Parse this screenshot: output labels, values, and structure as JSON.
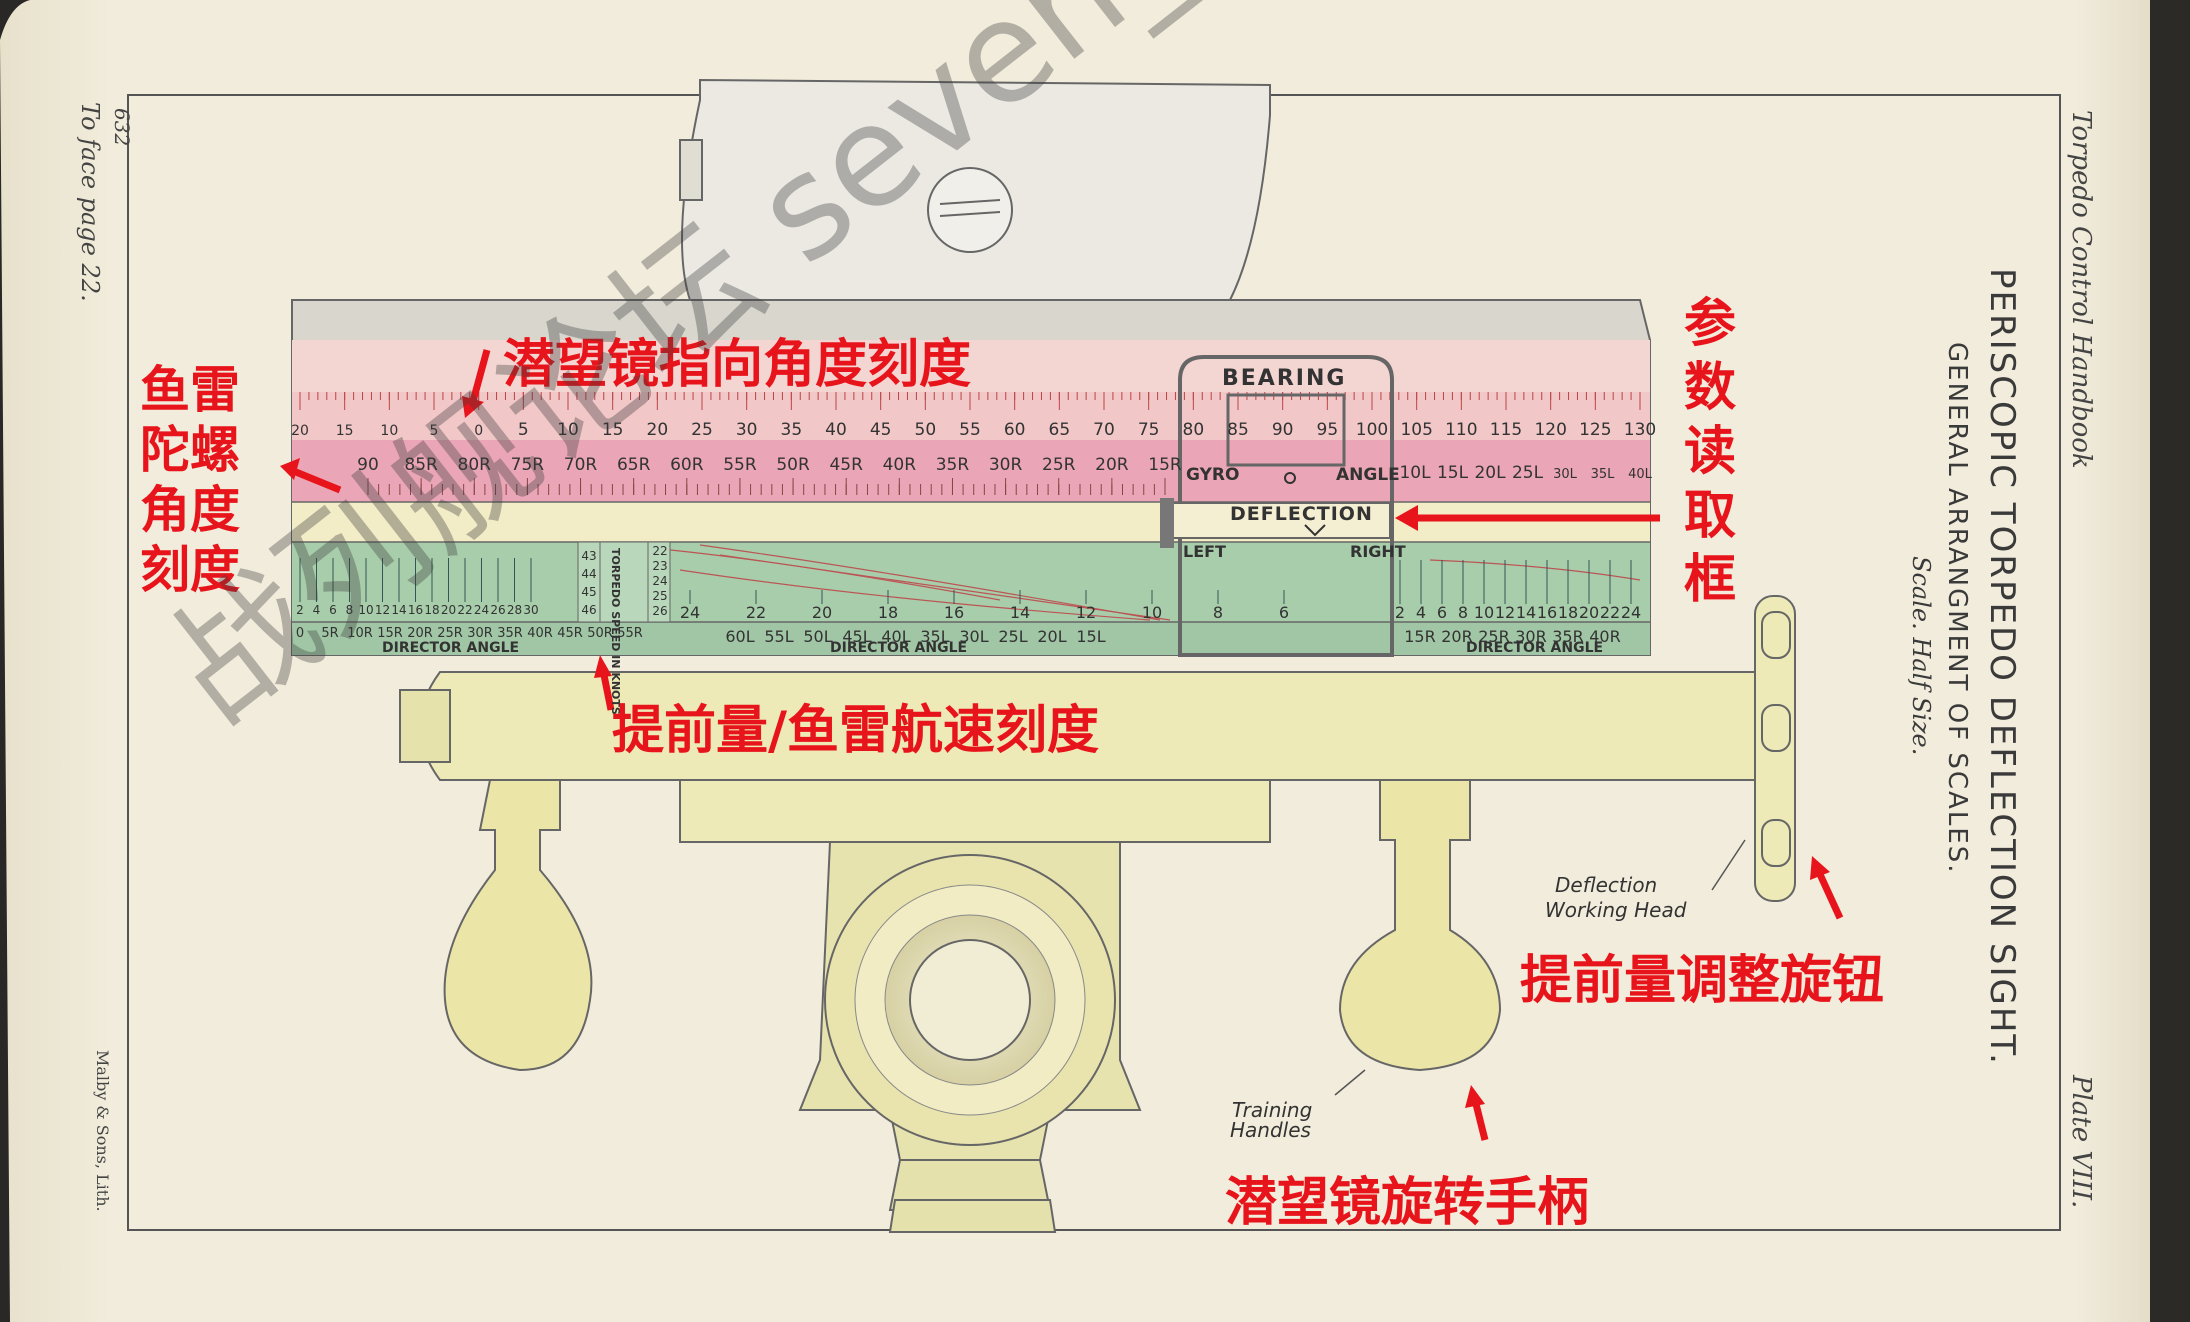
{
  "page": {
    "side_left_1": "To face page 22.",
    "side_left_2": "632",
    "side_left_lith": "Malby & Sons, Lith.",
    "side_right_header": "Torpedo Control Handbook",
    "side_right_plate": "Plate VIII.",
    "title": "PERISCOPIC TORPEDO DEFLECTION SIGHT.",
    "subtitle": "GENERAL ARRANGMENT OF SCALES.",
    "scale_note": "Scale. Half Size."
  },
  "device": {
    "box_bearing": "BEARING",
    "box_gyro": "GYRO",
    "box_angle": "ANGLE",
    "box_deflection": "DEFLECTION",
    "box_left": "LEFT",
    "box_right": "RIGHT",
    "bearing_ticks": [
      "20",
      "15",
      "10",
      "5",
      "0",
      "5",
      "10",
      "15",
      "20",
      "25",
      "30",
      "35",
      "40",
      "45",
      "50",
      "55",
      "60",
      "65",
      "70",
      "75",
      "80",
      "85",
      "90",
      "95",
      "100",
      "105",
      "110",
      "115",
      "120",
      "125",
      "130"
    ],
    "gyro_ticks_r": [
      "90",
      "85R",
      "80R",
      "75R",
      "70R",
      "65R",
      "60R",
      "55R",
      "50R",
      "45R",
      "40R",
      "35R",
      "30R",
      "25R",
      "20R",
      "15R"
    ],
    "gyro_ticks_l": [
      "10L",
      "15L",
      "20L",
      "25L",
      "30L",
      "35L",
      "40L"
    ],
    "speed_col_label": "TORPEDO SPEED IN KNOTS",
    "speed_values_left": [
      "43",
      "44",
      "45",
      "46"
    ],
    "speed_values_right": [
      "22",
      "23",
      "24",
      "25",
      "26"
    ],
    "deflection_ticks_left": [
      "2",
      "4",
      "6",
      "8",
      "10",
      "12",
      "14",
      "16",
      "18",
      "20",
      "22",
      "24",
      "26",
      "28",
      "30"
    ],
    "deflection_ticks_mid": [
      "24",
      "22",
      "20",
      "18",
      "16",
      "14",
      "12",
      "10",
      "8",
      "6"
    ],
    "deflection_ticks_right": [
      "2",
      "4",
      "6",
      "8",
      "10",
      "12",
      "14",
      "16",
      "18",
      "20",
      "22",
      "24"
    ],
    "director_ticks_left": [
      "0",
      "5R",
      "10R",
      "15R",
      "20R",
      "25R",
      "30R",
      "35R",
      "40R",
      "45R",
      "50R",
      "55R"
    ],
    "director_ticks_mid": [
      "60L",
      "55L",
      "50L",
      "45L",
      "40L",
      "35L",
      "30L",
      "25L",
      "20L",
      "15L"
    ],
    "director_ticks_right": [
      "15R",
      "20R",
      "25R",
      "30R",
      "35R",
      "40R"
    ],
    "director_label": "DIRECTOR ANGLE",
    "head_label_1": "Deflection",
    "head_label_2": "Working Head",
    "handle_label_1": "Training",
    "handle_label_2": "Handles"
  },
  "annotations": {
    "gyro_angle_scale": [
      "鱼雷",
      "陀螺",
      "角度",
      "刻度"
    ],
    "bearing_scale": "潜望镜指向角度刻度",
    "reading_frame": [
      "参",
      "数",
      "读",
      "取",
      "框"
    ],
    "deflection_speed_scale": "提前量/鱼雷航速刻度",
    "deflection_knob": "提前量调整旋钮",
    "training_handle": "潜望镜旋转手柄"
  },
  "watermark": "战列舰论坛 seven_nana",
  "colors": {
    "paper": "#f1ecdb",
    "metal": "#ede9b8",
    "bearing_strip": "#f2c7c8",
    "gyro_strip": "#e9a4b4",
    "deflection_strip": "#9ec7a4",
    "annotation": "#e8141b"
  }
}
